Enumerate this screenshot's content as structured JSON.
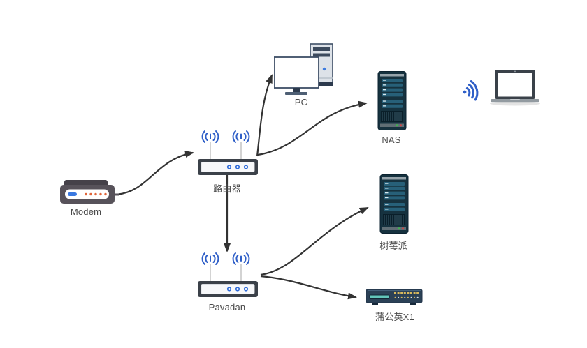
{
  "diagram": {
    "nodes": {
      "modem": {
        "label": "Modem",
        "type": "modem"
      },
      "router": {
        "label": "路由器",
        "type": "wireless-router"
      },
      "pc": {
        "label": "PC",
        "type": "desktop-computer"
      },
      "nas": {
        "label": "NAS",
        "type": "server-tower"
      },
      "raspberry_pi": {
        "label": "树莓派",
        "type": "server-tower"
      },
      "pavadan": {
        "label": "Pavadan",
        "type": "wireless-router"
      },
      "dandelion_x1": {
        "label": "蒲公英X1",
        "type": "network-switch"
      },
      "laptop": {
        "label": "",
        "type": "laptop-with-wifi-signal"
      }
    },
    "edges": [
      {
        "from": "modem",
        "to": "router"
      },
      {
        "from": "router",
        "to": "pc"
      },
      {
        "from": "router",
        "to": "nas"
      },
      {
        "from": "router",
        "to": "pavadan"
      },
      {
        "from": "pavadan",
        "to": "raspberry_pi"
      },
      {
        "from": "pavadan",
        "to": "dandelion_x1"
      }
    ],
    "colors": {
      "arrow": "#333333",
      "wifi_blue": "#2f5fc8",
      "router_body": "#3b4149",
      "router_led_blue": "#2f6bd8",
      "server_body": "#16323f",
      "server_bay": "#276079",
      "modem_body": "#57525a",
      "modem_led_orange": "#e0653a",
      "modem_led_blue": "#3a78e0",
      "switch_body": "#2b4156",
      "switch_port_yellow": "#d9b95c",
      "switch_display_teal": "#63c6bb",
      "label_text": "#4a4a4a"
    }
  }
}
